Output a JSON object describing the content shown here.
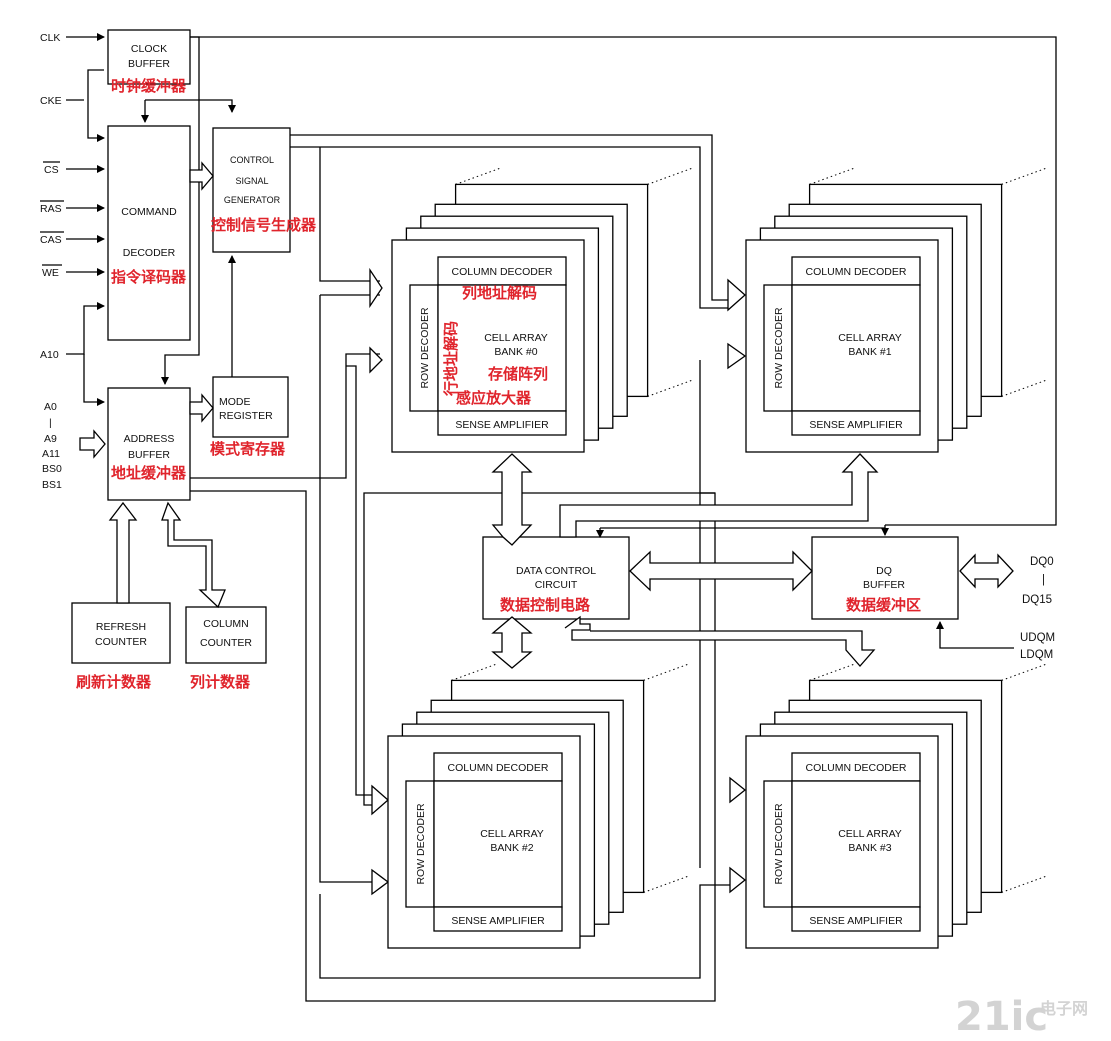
{
  "inputs": {
    "clk": "CLK",
    "cke": "CKE",
    "cs": "CS",
    "ras": "RAS",
    "cas": "CAS",
    "we": "WE",
    "a10": "A10",
    "a0": "A0",
    "bar": "|",
    "a9": "A9",
    "a11": "A11",
    "bs0": "BS0",
    "bs1": "BS1",
    "udqm": "UDQM",
    "ldqm": "LDQM"
  },
  "blocks": {
    "clock_buffer": {
      "line1": "CLOCK",
      "line2": "BUFFER",
      "cn": "时钟缓冲器"
    },
    "command_decoder": {
      "line1": "COMMAND",
      "line2": "DECODER",
      "cn": "指令译码器"
    },
    "control_signal_generator": {
      "line1": "CONTROL",
      "line2": "SIGNAL",
      "line3": "GENERATOR",
      "cn": "控制信号生成器"
    },
    "mode_register": {
      "line1": "MODE",
      "line2": "REGISTER",
      "cn": "模式寄存器"
    },
    "address_buffer": {
      "line1": "ADDRESS",
      "line2": "BUFFER",
      "cn": "地址缓冲器"
    },
    "refresh_counter": {
      "line1": "REFRESH",
      "line2": "COUNTER",
      "cn": "刷新计数器"
    },
    "column_counter": {
      "line1": "COLUMN",
      "line2": "COUNTER",
      "cn": "列计数器"
    },
    "data_control_circuit": {
      "line1": "DATA CONTROL",
      "line2": "CIRCUIT",
      "cn": "数据控制电路"
    },
    "dq_buffer": {
      "line1": "DQ",
      "line2": "BUFFER",
      "cn": "数据缓冲区",
      "out_top": "DQ0",
      "out_bar": "|",
      "out_bottom": "DQ15"
    }
  },
  "banks": [
    {
      "column_decoder": "COLUMN DECODER",
      "row_decoder": "ROW DECODER",
      "cell_array": "CELL ARRAY",
      "bank": "BANK #0",
      "sense_amplifier": "SENSE AMPLIFIER"
    },
    {
      "column_decoder": "COLUMN DECODER",
      "row_decoder": "ROW DECODER",
      "cell_array": "CELL ARRAY",
      "bank": "BANK #1",
      "sense_amplifier": "SENSE AMPLIFIER"
    },
    {
      "column_decoder": "COLUMN DECODER",
      "row_decoder": "ROW DECODER",
      "cell_array": "CELL ARRAY",
      "bank": "BANK #2",
      "sense_amplifier": "SENSE AMPLIFIER"
    },
    {
      "column_decoder": "COLUMN DECODER",
      "row_decoder": "ROW DECODER",
      "cell_array": "CELL ARRAY",
      "bank": "BANK #3",
      "sense_amplifier": "SENSE AMPLIFIER"
    }
  ],
  "bank0_cn": {
    "column_decoder": "列地址解码",
    "row_decoder": "行地址解码",
    "cell_array": "存储阵列",
    "sense_amplifier": "感应放大器"
  },
  "watermark": {
    "text": "21ic",
    "sub": "电子网"
  }
}
